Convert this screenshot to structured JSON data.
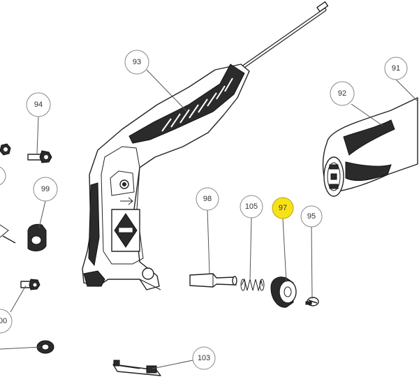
{
  "callouts": [
    {
      "id": "93",
      "label": "93"
    },
    {
      "id": "91",
      "label": "91"
    },
    {
      "id": "92",
      "label": "92"
    },
    {
      "id": "94",
      "label": "94"
    },
    {
      "id": "99",
      "label": "99"
    },
    {
      "id": "98",
      "label": "98"
    },
    {
      "id": "105",
      "label": "105"
    },
    {
      "id": "97",
      "label": "97",
      "highlighted": true
    },
    {
      "id": "95",
      "label": "95"
    },
    {
      "id": "100",
      "label": "00"
    },
    {
      "id": "103",
      "label": "103"
    }
  ],
  "colors": {
    "highlight": "#f7e21a",
    "callout_border": "#888888",
    "line": "#222222"
  }
}
